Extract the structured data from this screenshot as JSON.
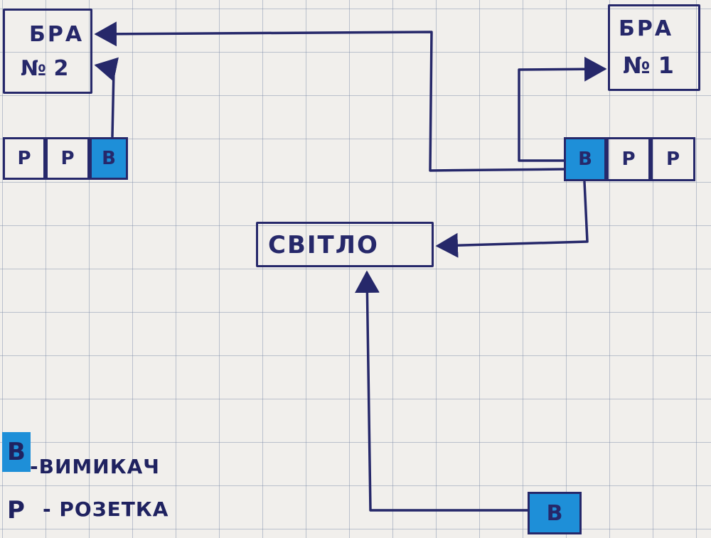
{
  "lamps": {
    "bra2": {
      "line1": "БРА",
      "line2": "№ 2"
    },
    "bra1": {
      "line1": "БРА",
      "line2": "№ 1"
    },
    "main": "СВІТЛО"
  },
  "outlets_left": [
    "Р",
    "Р",
    "В"
  ],
  "outlets_right": [
    "В",
    "Р",
    "Р"
  ],
  "bottom_switch": "В",
  "legend": {
    "switch_key": "В",
    "switch_text": "-ВИМИКАЧ",
    "outlet_key": "Р",
    "outlet_text": "- РОЗЕТКА"
  },
  "colors": {
    "ink": "#26286a",
    "highlight": "#1e8fd8",
    "paper": "#f1efec",
    "grid": "#8f9bb5"
  }
}
